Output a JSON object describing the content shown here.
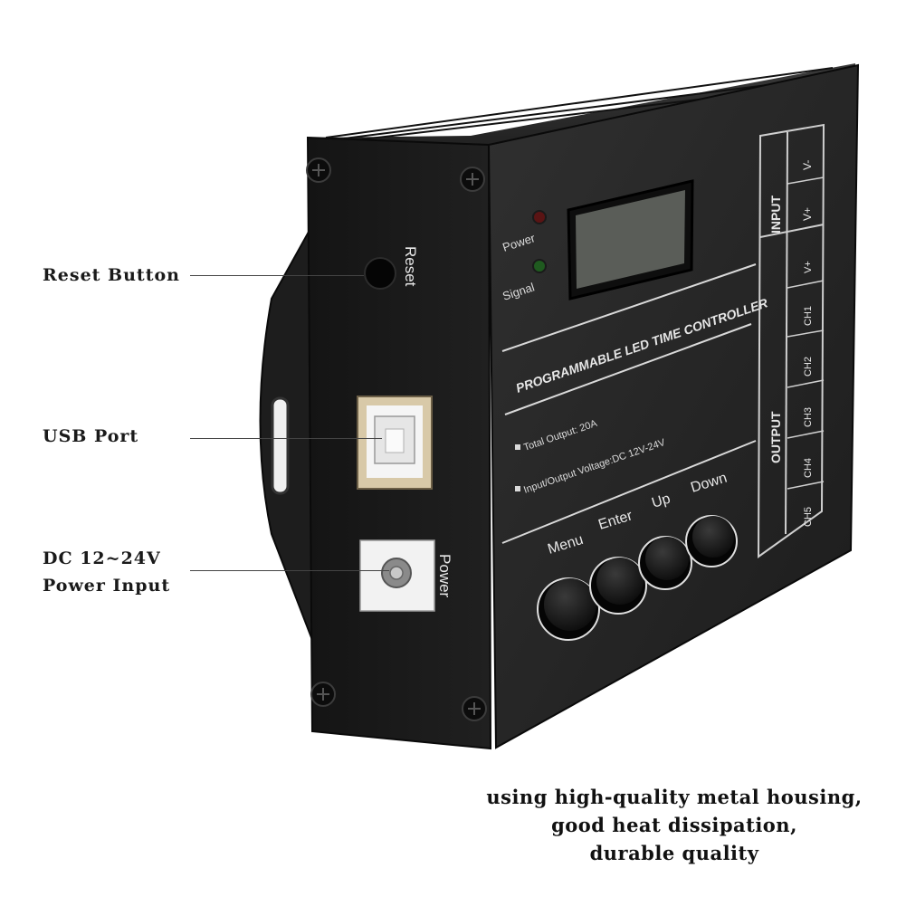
{
  "callouts": {
    "reset": "Reset Button",
    "usb": "USB Port",
    "power_line1": "DC 12~24V",
    "power_line2": "Power Input"
  },
  "side_panel": {
    "reset_label": "Reset",
    "power_label": "Power"
  },
  "front_panel": {
    "led_power": "Power",
    "led_signal": "Signal",
    "title": "PROGRAMMABLE LED TIME CONTROLLER",
    "spec1": "Total Output: 20A",
    "spec2": "Input/Output Voltage:DC 12V-24V",
    "buttons": [
      "Menu",
      "Enter",
      "Up",
      "Down"
    ],
    "input_label": "INPUT",
    "input_terminals": [
      "V-",
      "V+"
    ],
    "output_label": "OUTPUT",
    "output_terminals": [
      "V+",
      "CH1",
      "CH2",
      "CH3",
      "CH4",
      "CH5"
    ]
  },
  "caption": {
    "line1": "using high-quality metal housing,",
    "line2": "good heat dissipation,",
    "line3": "durable quality"
  }
}
